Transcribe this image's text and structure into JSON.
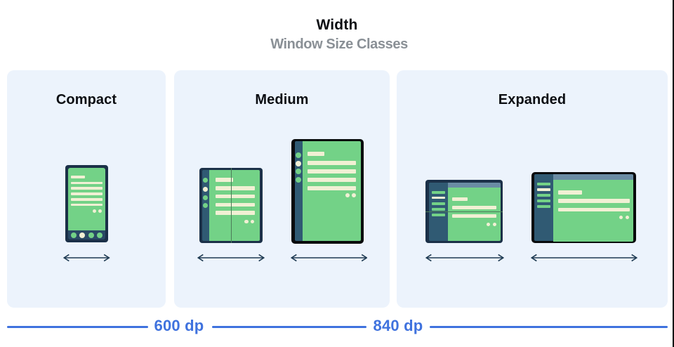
{
  "header": {
    "title": "Width",
    "subtitle": "Window Size Classes"
  },
  "panels": [
    {
      "id": "compact",
      "label": "Compact",
      "devices": [
        {
          "name": "phone-illustration",
          "max_width_dp": "< 600 dp"
        }
      ]
    },
    {
      "id": "medium",
      "label": "Medium",
      "devices": [
        {
          "name": "foldable-open-illustration"
        },
        {
          "name": "tablet-portrait-illustration"
        }
      ]
    },
    {
      "id": "expanded",
      "label": "Expanded",
      "devices": [
        {
          "name": "foldable-landscape-illustration"
        },
        {
          "name": "desktop-landscape-illustration"
        }
      ]
    }
  ],
  "ruler": {
    "labels": [
      {
        "text": "600 dp"
      },
      {
        "text": "840 dp"
      }
    ]
  },
  "colors": {
    "background": "#ffffff",
    "panel_bg": "#ecf3fc",
    "title_text": "#0b0d12",
    "subtitle_text": "#8a9096",
    "frame_navy": "#1b3048",
    "frame_black": "#080a0c",
    "rail_teal": "#305a73",
    "navbar_navy": "#2a4a65",
    "screen_green": "#73d287",
    "accent_cream": "#f1f0d4",
    "topbar_blue": "#6a8ca4",
    "fold_line": "#4c7c59",
    "arrow": "#1e3a52",
    "ruler_blue": "#3f72de",
    "edge_black": "#0a0a0a"
  }
}
